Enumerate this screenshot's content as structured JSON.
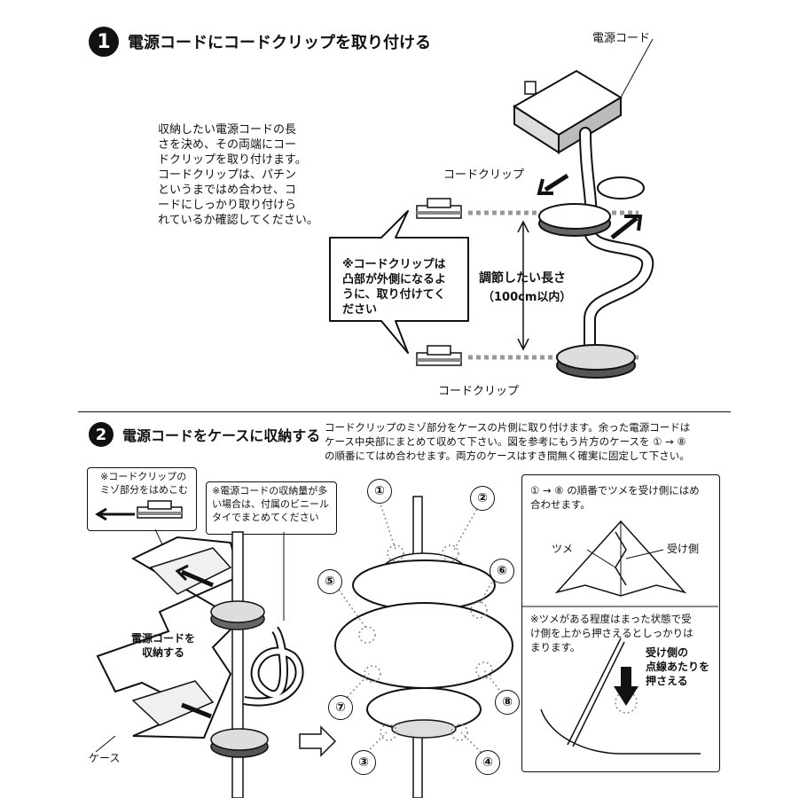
{
  "step1": {
    "number": "1",
    "title": "電源コードにコードクリップを取り付ける",
    "description": "収納したい電源コードの長\nさを決め、その両端にコー\nドクリップを取り付けます。\nコードクリップは、パチン\nというまではめ合わせ、コ\nードにしっかり取り付けら\nれているか確認してください。",
    "note": "※コードクリップは\n凸部が外側になるよ\nうに、取り付けてく\nださい",
    "label_power_cord": "電源コード",
    "label_cord_clip_top": "コードクリップ",
    "label_cord_clip_bottom": "コードクリップ",
    "adjust_label": "調節したい長さ",
    "adjust_range": "（100cm以内）"
  },
  "step2": {
    "number": "2",
    "title": "電源コードをケースに収納する",
    "description": "コードクリップのミゾ部分をケースの片側に取り付けます。余った電源コードは\nケース中央部にまとめて収めて下さい。図を参考にもう片方のケースを ① → ⑧\nの順番にてはめ合わせます。両方のケースはすき間無く確実に固定して下さい。",
    "groove_note": "※コードクリップの\nミゾ部分をはめこむ",
    "storage_note": "※電源コードの収納量が多\nい場合は、付属のビニール\nタイでまとめてください",
    "store_label": "電源コードを\n収納する",
    "case_label": "ケース",
    "order_note": "① → ⑧ の順番でツメを受け側にはめ\n合わせます。",
    "tab_label": "ツメ",
    "receiver_label": "受け側",
    "press_note": "※ツメがある程度はまった状態で受\nけ側を上から押さえるとしっかりは\nまります。",
    "press_label": "受け側の\n点線あたりを\n押さえる",
    "order_numbers": [
      "①",
      "②",
      "③",
      "④",
      "⑤",
      "⑥",
      "⑦",
      "⑧"
    ]
  }
}
